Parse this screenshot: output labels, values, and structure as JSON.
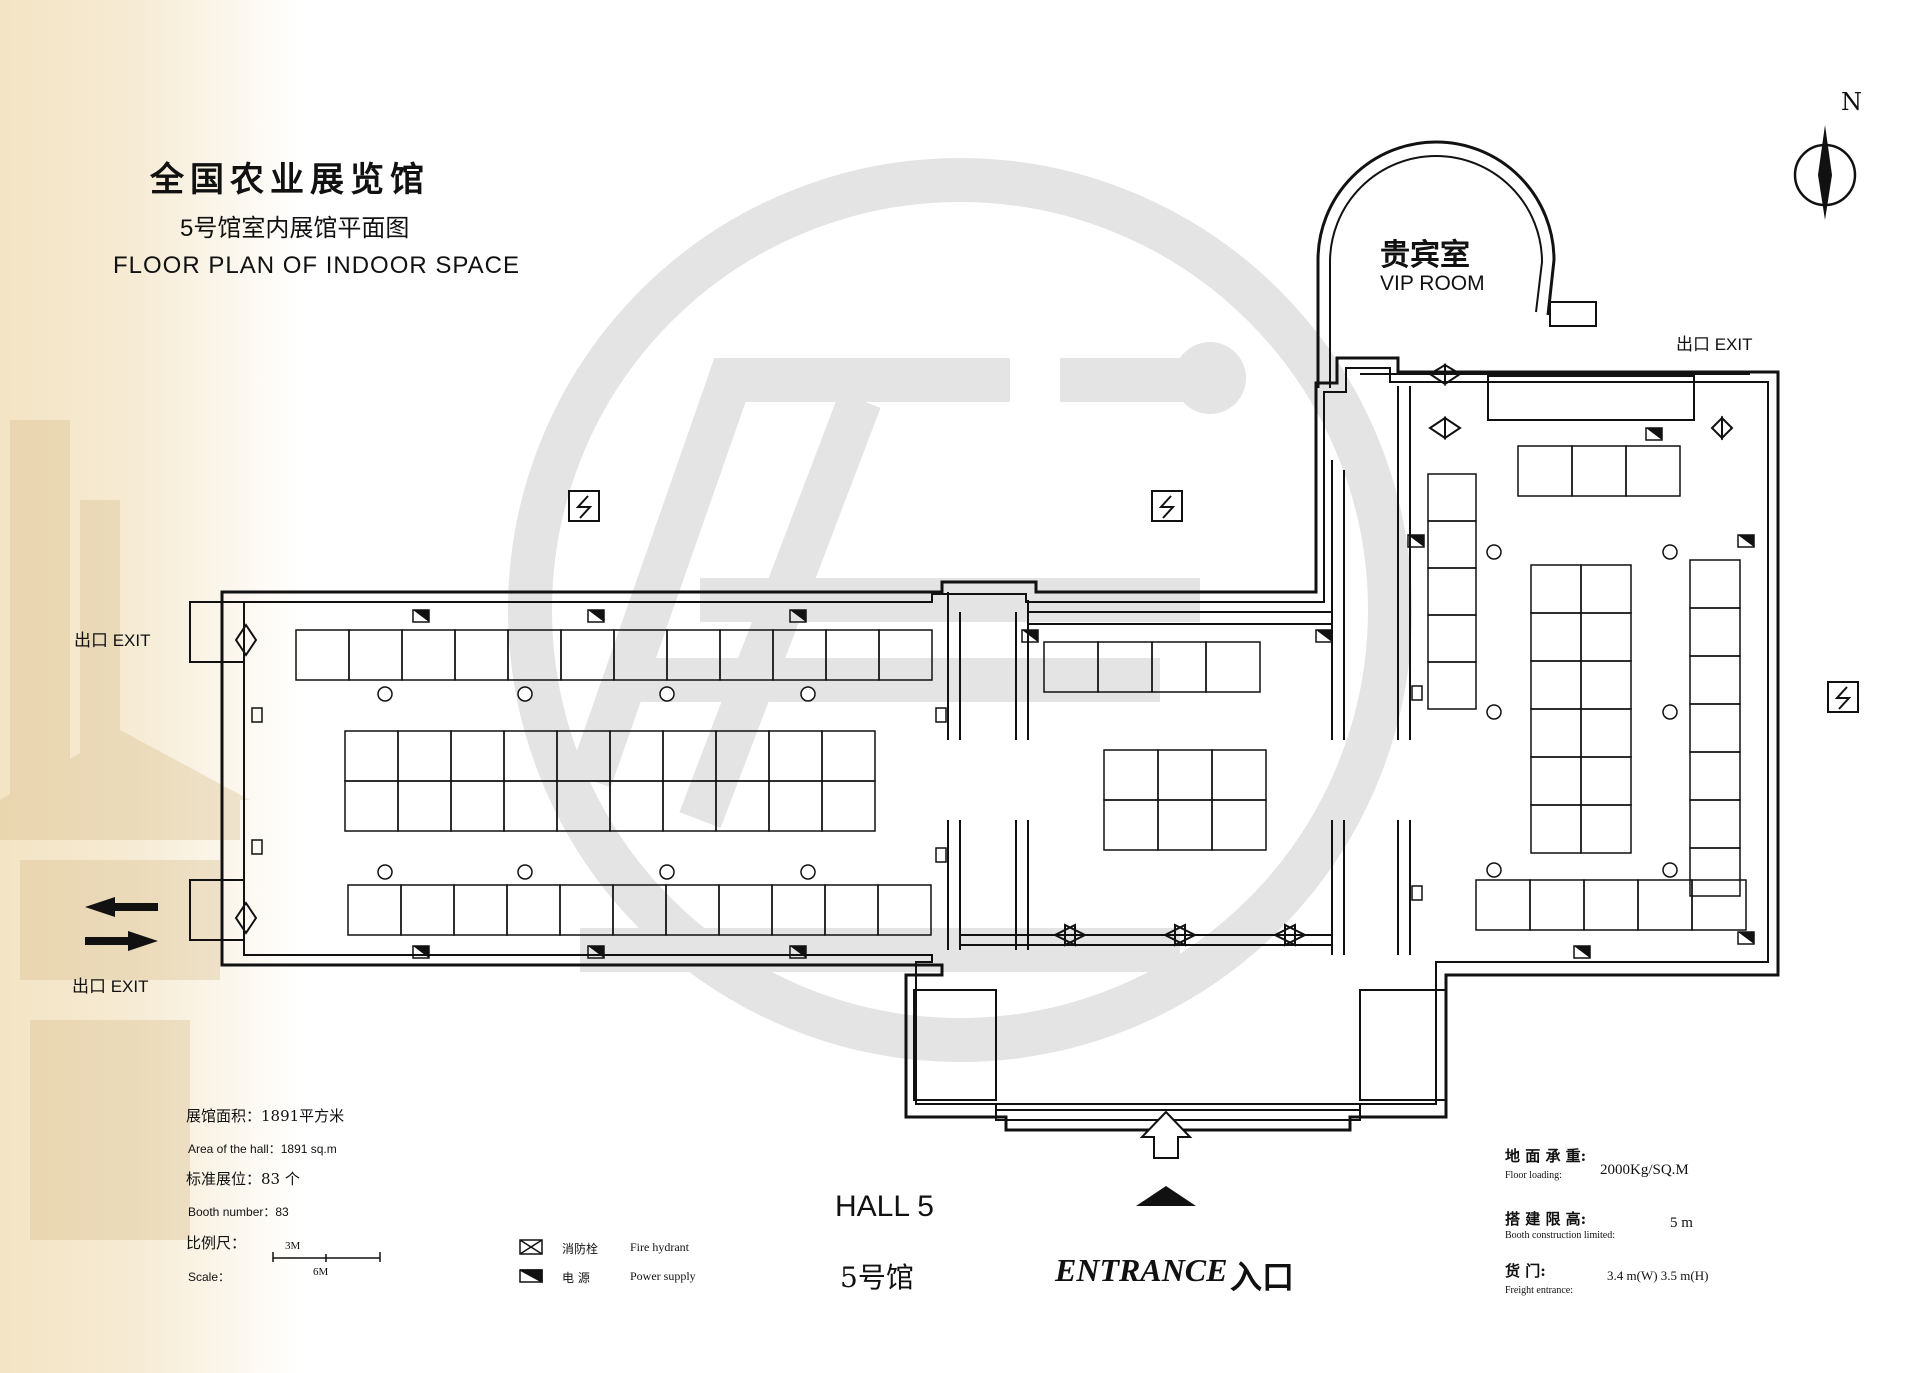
{
  "title": {
    "cn": "全国农业展览馆",
    "sub_cn": "5号馆室内展馆平面图",
    "en": "FLOOR PLAN OF INDOOR SPACE"
  },
  "north": "N",
  "exits": {
    "label": "出口 EXIT"
  },
  "vip": {
    "cn": "贵宾室",
    "en": "VIP ROOM"
  },
  "hall_info": {
    "area_cn": "展馆面积：1891平方米",
    "area_en": "Area of the hall：1891 sq.m",
    "booth_cn": "标准展位：83 个",
    "booth_en": "Booth number：83",
    "scale_cn": "比例尺：",
    "scale_en": "Scale：",
    "scale_small": "3M",
    "scale_large": "6M"
  },
  "legend": {
    "hydrant_cn": "消防栓",
    "hydrant_en": "Fire hydrant",
    "power_cn": "电  源",
    "power_en": "Power supply"
  },
  "hall": {
    "en": "HALL 5",
    "cn": "5号馆"
  },
  "entrance": {
    "en": "ENTRANCE",
    "cn": "入口"
  },
  "specs": {
    "floor_cn": "地 面 承 重:",
    "floor_en": "Floor loading:",
    "floor_val": "2000Kg/SQ.M",
    "height_cn": "搭 建 限 高:",
    "height_en": "Booth construction limited:",
    "height_val": "5 m",
    "door_cn": "货        门:",
    "door_en": "Freight entrance:",
    "door_val": "3.4 m(W) 3.5 m(H)"
  },
  "colors": {
    "background_strip": "#f3e4c4",
    "watermark": "#e4e4e4",
    "walls": "#111111"
  }
}
